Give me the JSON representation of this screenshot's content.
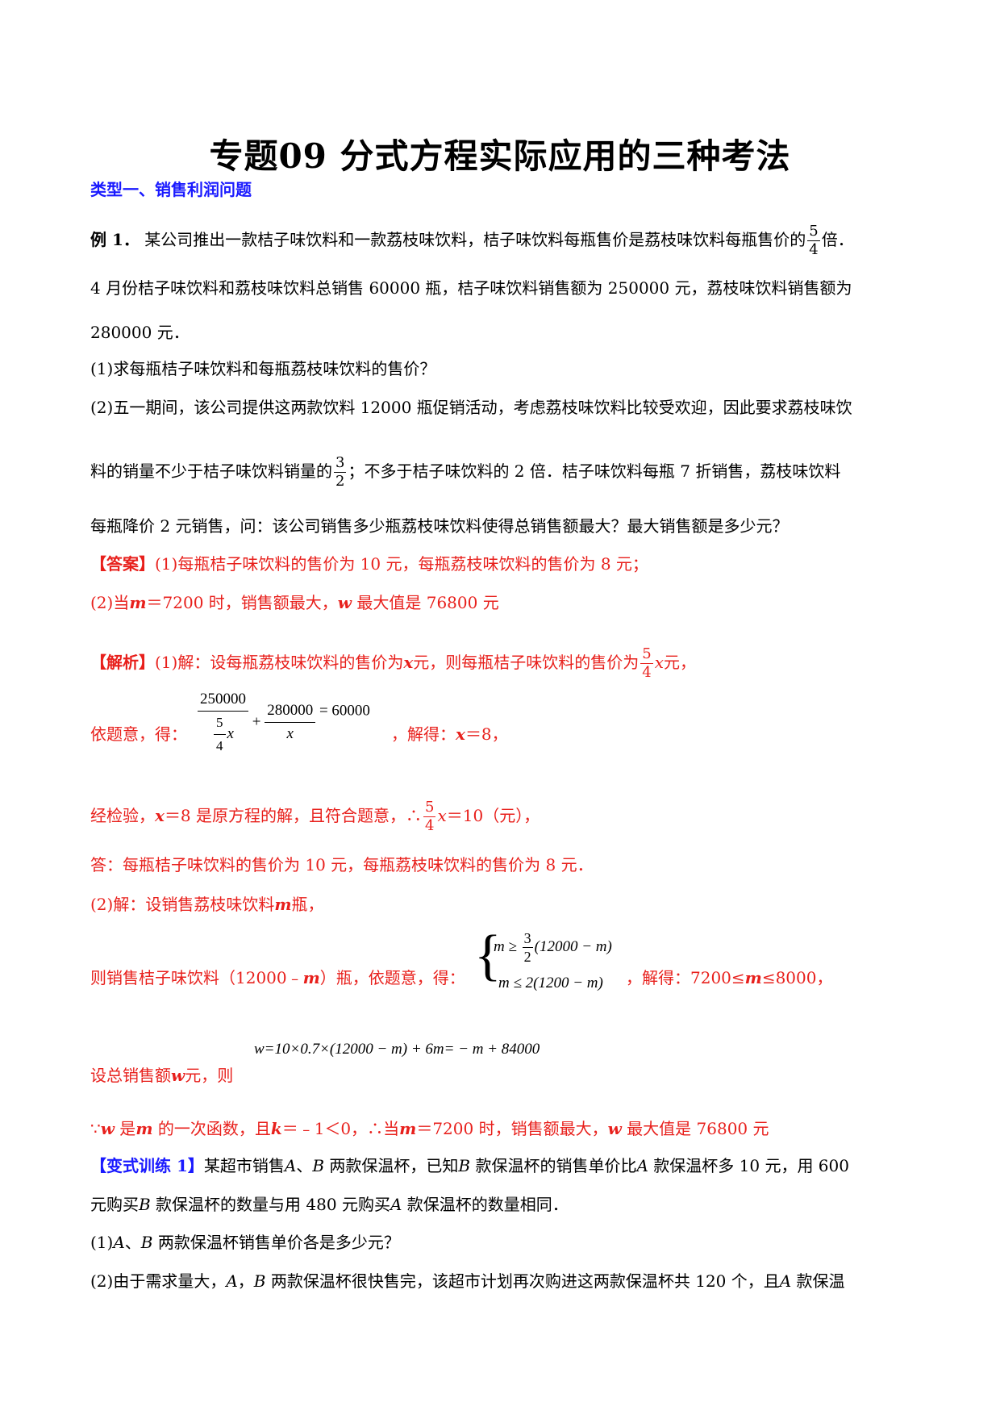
{
  "title": "专题09 分式方程实际应用的三种考法",
  "type1": "类型一、销售利润问题",
  "ex1": {
    "label": "例 1．",
    "l1a": "某公司推出一款桔子味饮料和一款荔枝味饮料，桔子味饮料每瓶售价是荔枝味饮料每瓶售价的",
    "f54_num": "5",
    "f54_den": "4",
    "l1b": "倍．",
    "l2": "4 月份桔子味饮料和荔枝味饮料总销售 60000 瓶，桔子味饮料销售额为 250000 元，荔枝味饮料销售额为",
    "l3": "280000 元．",
    "q1": "(1)求每瓶桔子味饮料和每瓶荔枝味饮料的售价？",
    "q2a": "(2)五一期间，该公司提供这两款饮料 12000 瓶促销活动，考虑荔枝味饮料比较受欢迎，因此要求荔枝味饮",
    "q2b_pre": "料的销量不少于桔子味饮料销量的",
    "f32_num": "3",
    "f32_den": "2",
    "q2b_post": "；不多于桔子味饮料的 2 倍．桔子味饮料每瓶 7 折销售，荔枝味饮料",
    "q2c": "每瓶降价 2 元销售，问：该公司销售多少瓶荔枝味饮料使得总销售额最大？最大销售额是多少元？"
  },
  "answer": {
    "tag": "【答案】",
    "a1": "(1)每瓶桔子味饮料的售价为 10 元，每瓶荔枝味饮料的售价为 8 元；",
    "a2_pre": "(2)当",
    "m": "m",
    "a2_mid": "＝7200 时，销售额最大，",
    "w": "w",
    "a2_post": " 最大值是 76800 元"
  },
  "analysis": {
    "tag": "【解析】",
    "s1_pre": "(1)解：设每瓶荔枝味饮料的售价为",
    "x": "x",
    "s1_mid": "元，则每瓶桔子味饮料的售价为",
    "s1_post": "元，",
    "s2_pre": "依题意，得：",
    "eq1_n1": "250000",
    "eq1_d1a": "5",
    "eq1_d1b": "4",
    "eq1_plus": "+",
    "eq1_n2": "280000",
    "eq1_eq": "= 60000",
    "s2_post_pre": "，解得：",
    "s2_post": "＝8，",
    "s3_pre": "经检验，",
    "s3_mid": "＝8 是原方程的解，且符合题意，∴",
    "s3_post": "＝10（元），",
    "s4": "答：每瓶桔子味饮料的售价为 10 元，每瓶荔枝味饮料的售价为 8 元．",
    "s5_pre": "(2)解：设销售荔枝味饮料",
    "s5_post": "瓶，",
    "s6_pre": "则销售桔子味饮料（12000﹣",
    "s6_mid": "）瓶，依题意，得：",
    "sys1_pre": "m ≥ ",
    "sys1_post": "(12000 − m)",
    "sys2": "m ≤ 2(1200 − m)",
    "s6_post": "，解得：7200≤",
    "s6_end": "≤8000，",
    "s7": "设总销售额",
    "s7_post": "元，则",
    "eq2": "w=10×0.7×(12000 − m) + 6m= − m + 84000",
    "s8_pre": "∵",
    "s8_a": " 是",
    "s8_b": " 的一次函数，且",
    "k": "k",
    "s8_c": "＝﹣1＜0，∴当",
    "s8_d": "＝7200 时，销售额最大，",
    "s8_e": " 最大值是 76800 元"
  },
  "var1": {
    "tag": "【变式训练 1】",
    "l1a": "某超市销售",
    "A": "A",
    "sep": "、",
    "B": "B",
    "l1b": " 两款保温杯，已知",
    "l1c": " 款保温杯的销售单价比",
    "l1d": " 款保温杯多 10 元，用 600",
    "l2a": "元购买",
    "l2b": " 款保温杯的数量与用 480 元购买",
    "l2c": " 款保温杯的数量相同．",
    "q1a": "(1)",
    "q1b": " 两款保温杯销售单价各是多少元？",
    "q2a": "(2)由于需求量大，",
    "comma": "，",
    "q2b": " 两款保温杯很快售完，该超市计划再次购进这两款保温杯共 120 个，且",
    "q2c": " 款保温"
  }
}
